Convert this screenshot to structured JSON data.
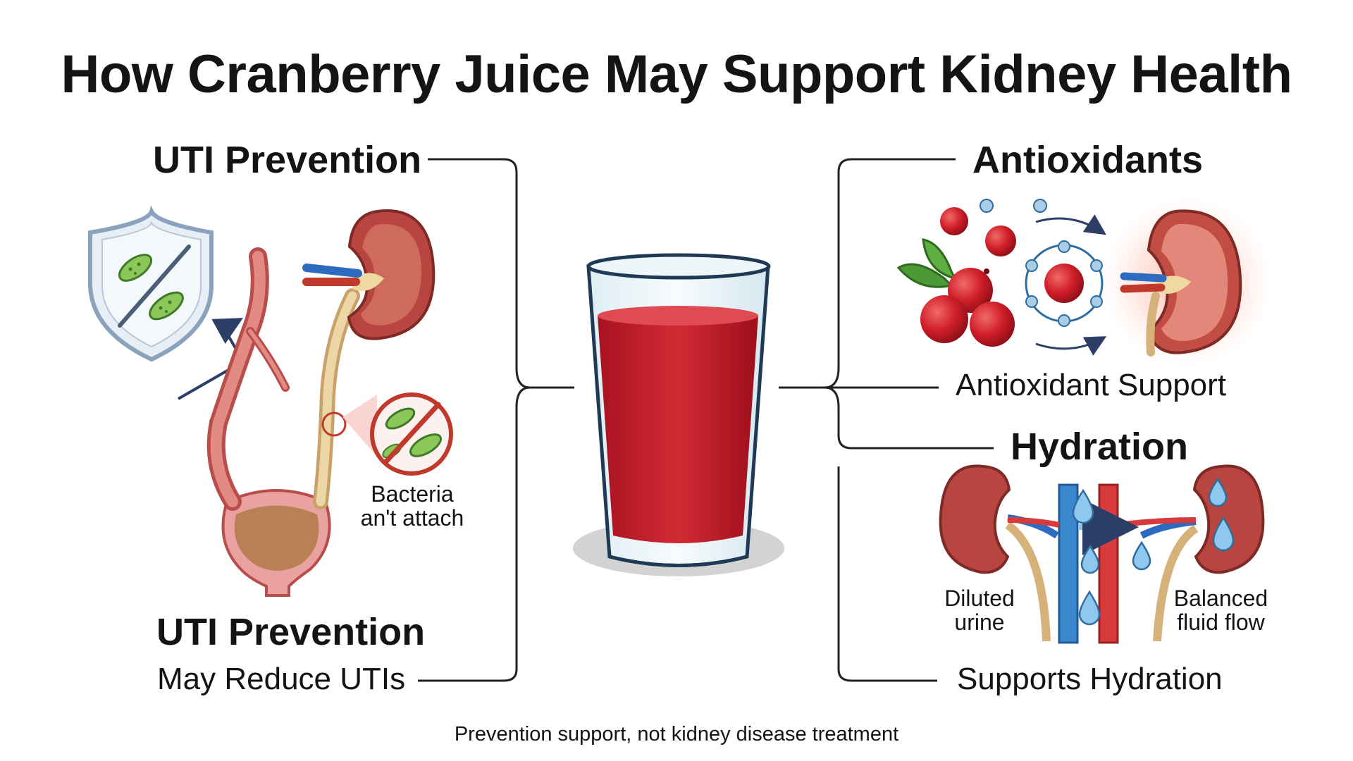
{
  "title": "How Cranberry Juice May Support Kidney Health",
  "left": {
    "heading": "UTI Prevention",
    "bacteria_note": [
      "Bacteria",
      "an't attach"
    ],
    "bottom_heading": "UTI Prevention",
    "bottom_sub": "May Reduce UTIs"
  },
  "right": {
    "antioxidants_heading": "Antioxidants",
    "antioxidants_sub": "Antioxidant Support",
    "hydration_heading": "Hydration",
    "diluted_label": [
      "Diluted",
      "urine"
    ],
    "balanced_label": [
      "Balanced",
      "fluid flow"
    ],
    "hydration_sub": "Supports Hydration"
  },
  "footer": "Prevention support, not kidney disease treatment",
  "colors": {
    "juice": "#c0202c",
    "kidney": "#b8453f",
    "bacteria": "#7fbf4a",
    "water": "#4a9ad8",
    "connector": "#222222",
    "prohibit": "#c0392b"
  },
  "icons": [
    "shield-icon",
    "bacteria-icon",
    "kidney-icon",
    "urinary-tract-icon",
    "no-bacteria-icon",
    "juice-glass-icon",
    "cranberries-icon",
    "antioxidant-molecule-icon",
    "water-drop-icon"
  ]
}
